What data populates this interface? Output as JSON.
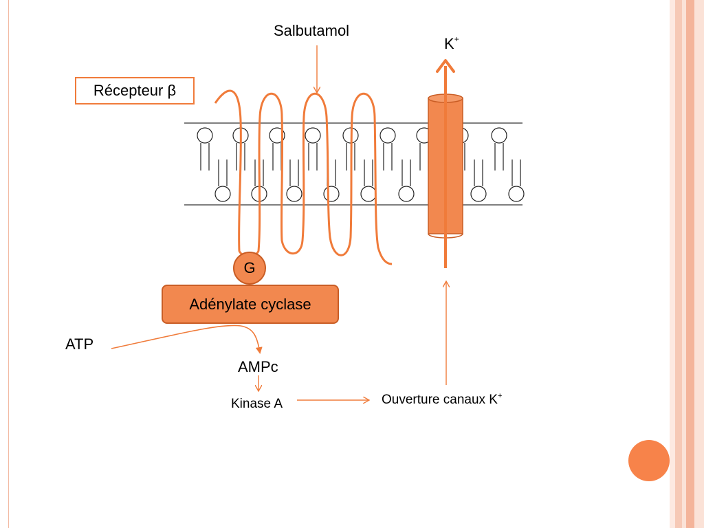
{
  "labels": {
    "salbutamol": "Salbutamol",
    "k_ion": "K",
    "k_ion_charge": "+",
    "recepteur": "Récepteur β",
    "g_protein": "G",
    "adenylate_cyclase": "Adénylate cyclase",
    "atp": "ATP",
    "ampc": "AMPc",
    "kinase_a": "Kinase A",
    "ouverture": "Ouverture canaux K",
    "ouverture_charge": "+"
  },
  "colors": {
    "accent": "#f07b3a",
    "fill": "#f2884f",
    "stroke_dark": "#c95d25",
    "frame_stripes": [
      "#f6c9b6",
      "#fbe2d7",
      "#f4b49a",
      "#fde9e1"
    ],
    "decor_circle": "#f7834a"
  }
}
